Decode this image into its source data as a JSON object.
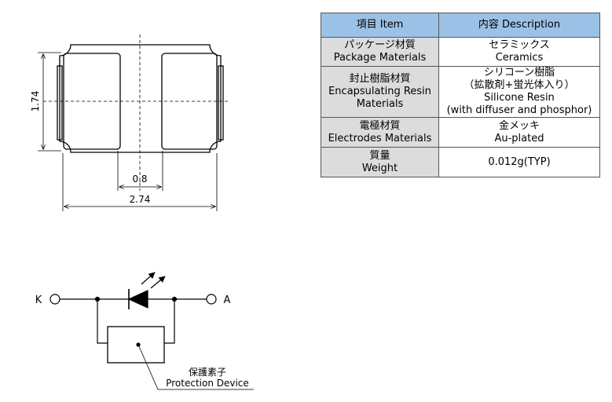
{
  "table": {
    "header": {
      "item": "項目 Item",
      "description": "内容 Description"
    },
    "rows": [
      {
        "item_jp": "パッケージ材質",
        "item_en": "Package Materials",
        "desc_lines": [
          "セラミックス",
          "Ceramics"
        ]
      },
      {
        "item_jp": "封止樹脂材質",
        "item_en": "Encapsulating Resin",
        "item_en2": "Materials",
        "desc_lines": [
          "シリコーン樹脂",
          "（拡散剤+蛍光体入り）",
          "Silicone Resin",
          "(with diffuser and phosphor)"
        ]
      },
      {
        "item_jp": "電極材質",
        "item_en": "Electrodes Materials",
        "desc_lines": [
          "金メッキ",
          "Au-plated"
        ]
      },
      {
        "item_jp": "質量",
        "item_en": "Weight",
        "desc_lines": [
          "0.012g(TYP)"
        ]
      }
    ]
  },
  "drawing": {
    "dim_height": "1.74",
    "dim_gap": "0.8",
    "dim_width": "2.74"
  },
  "circuit": {
    "cathode_label": "K",
    "anode_label": "A",
    "protection_jp": "保護素子",
    "protection_en": "Protection Device"
  }
}
